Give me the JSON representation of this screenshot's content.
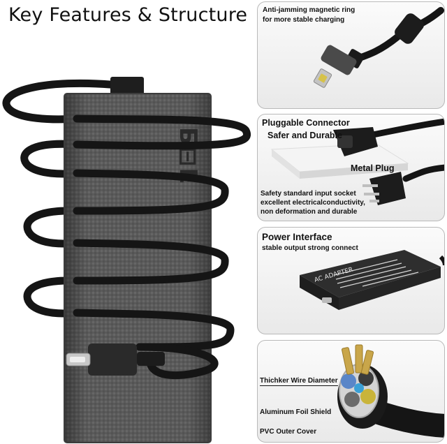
{
  "title": "Key Features & Structure",
  "hero": {
    "brand_text": "Б⊟Е"
  },
  "panels": [
    {
      "id": "magnetic-ring",
      "lines": [
        "Anti-jamming magnetic ring",
        "for more stable charging"
      ]
    },
    {
      "id": "pluggable-connector",
      "heading": "Pluggable Connector",
      "subheading": "Safer and Durable",
      "metal_plug": "Metal Plug",
      "lines": [
        "Safety standard input socket",
        "excellent electricalconductivity,",
        "non deformation and durable"
      ]
    },
    {
      "id": "power-interface",
      "heading": "Power Interface",
      "subheading": "stable output strong connect",
      "adapter_label": "AC ADAPTER"
    },
    {
      "id": "cable-structure",
      "labels": [
        "Thichker Wire Diameter",
        "Aluminum Foil Shield",
        "PVC Outer Cover"
      ]
    }
  ],
  "colors": {
    "brick": "#5b5b5b",
    "cable": "#151515",
    "panel_border": "#b9b9b9",
    "copper": "#c9a64a",
    "foil": "#cfcfcf"
  }
}
